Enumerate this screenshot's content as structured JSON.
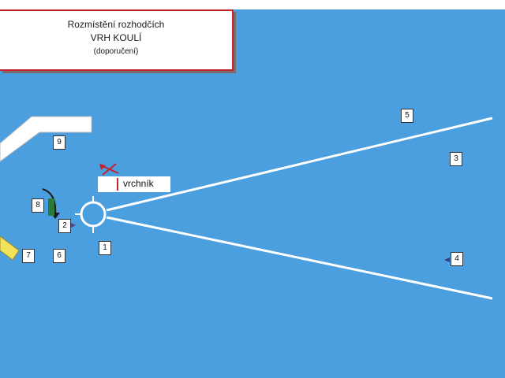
{
  "title": {
    "line1": "Rozmístění rozhodčích",
    "line2": "VRH KOULÍ",
    "line3": "(doporučení)"
  },
  "vrchnik_label": "vrchník",
  "markers": [
    "1",
    "2",
    "3",
    "4",
    "5",
    "6",
    "7",
    "8",
    "9"
  ],
  "colors": {
    "field": "#4c9fdf",
    "title_border": "#c4242c",
    "lines": "#ffffff",
    "barrier": "#f0e25a"
  }
}
